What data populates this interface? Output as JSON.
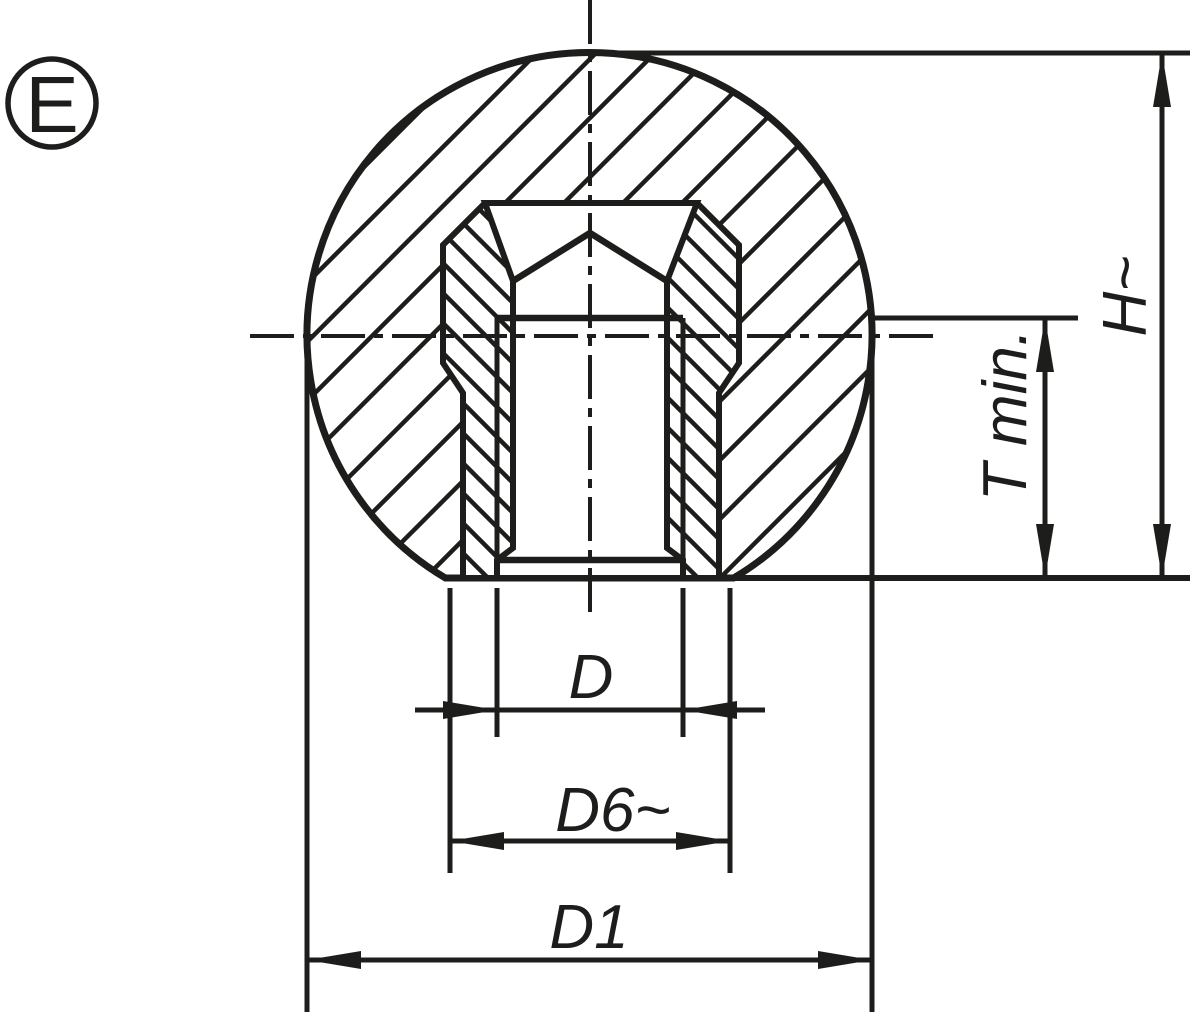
{
  "drawing": {
    "title": "Ball knob sectional view with thread insert",
    "view_label": "E",
    "labels": {
      "thread_diameter": "D",
      "flat_diameter": "D6~",
      "ball_diameter": "D1",
      "height": "H~",
      "thread_depth": "T min."
    },
    "colors": {
      "line": "#1d1d1b",
      "background": "#ffffff"
    }
  }
}
